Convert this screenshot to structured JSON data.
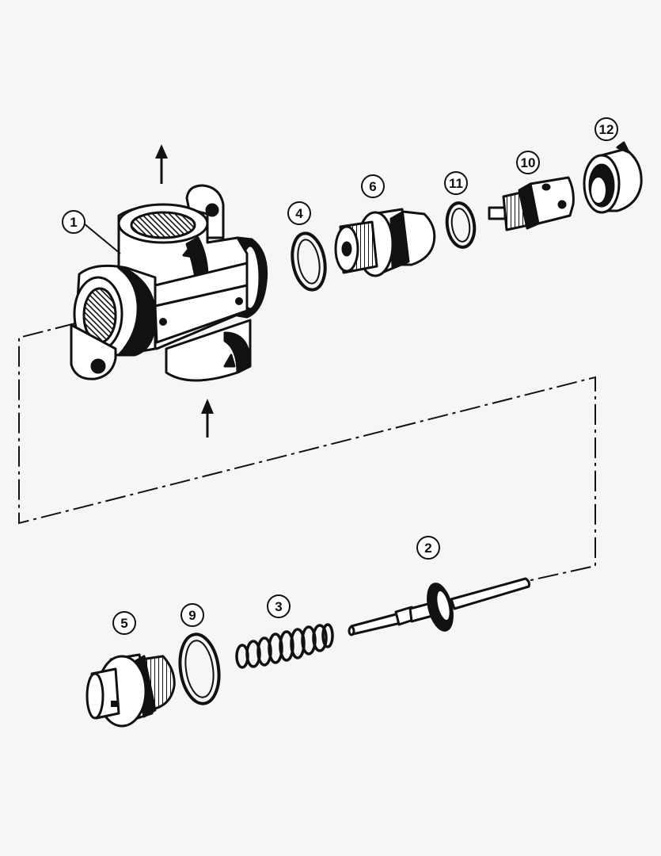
{
  "colors": {
    "background": "#f6f6f6",
    "ink": "#111111",
    "paper": "#ffffff",
    "shade": "#d8d8d8"
  },
  "callouts": {
    "c1": "1",
    "c2": "2",
    "c3": "3",
    "c4": "4",
    "c5": "5",
    "c6": "6",
    "c9": "9",
    "c10": "10",
    "c11": "11",
    "c12": "12"
  },
  "icons": [
    "flow-arrow-up-icon",
    "flow-arrow-down-icon"
  ]
}
